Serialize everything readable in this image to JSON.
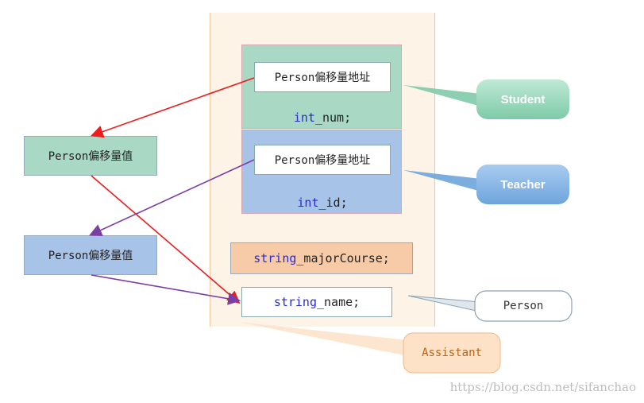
{
  "student_block": {
    "pointer_label": "Person偏移量地址",
    "field_kw": "int",
    "field_name": " _num;"
  },
  "teacher_block": {
    "pointer_label": "Person偏移量地址",
    "field_kw": "int",
    "field_name": " _id;"
  },
  "major_course": {
    "kw": "string",
    "name": " _majorCourse;"
  },
  "name_field": {
    "kw": "string",
    "name": " _name;"
  },
  "offset_values": [
    "Person偏移量值",
    "Person偏移量值"
  ],
  "callouts": {
    "student": "Student",
    "teacher": "Teacher",
    "person": "Person",
    "assistant": "Assistant"
  },
  "watermark": "https://blog.csdn.net/sifanchao",
  "colors": {
    "student": "#a9d8c4",
    "teacher": "#a7c3e8",
    "assistant": "#f7cba7",
    "arrow_red": "#ee1c1c",
    "arrow_purple": "#7b3fa3"
  }
}
